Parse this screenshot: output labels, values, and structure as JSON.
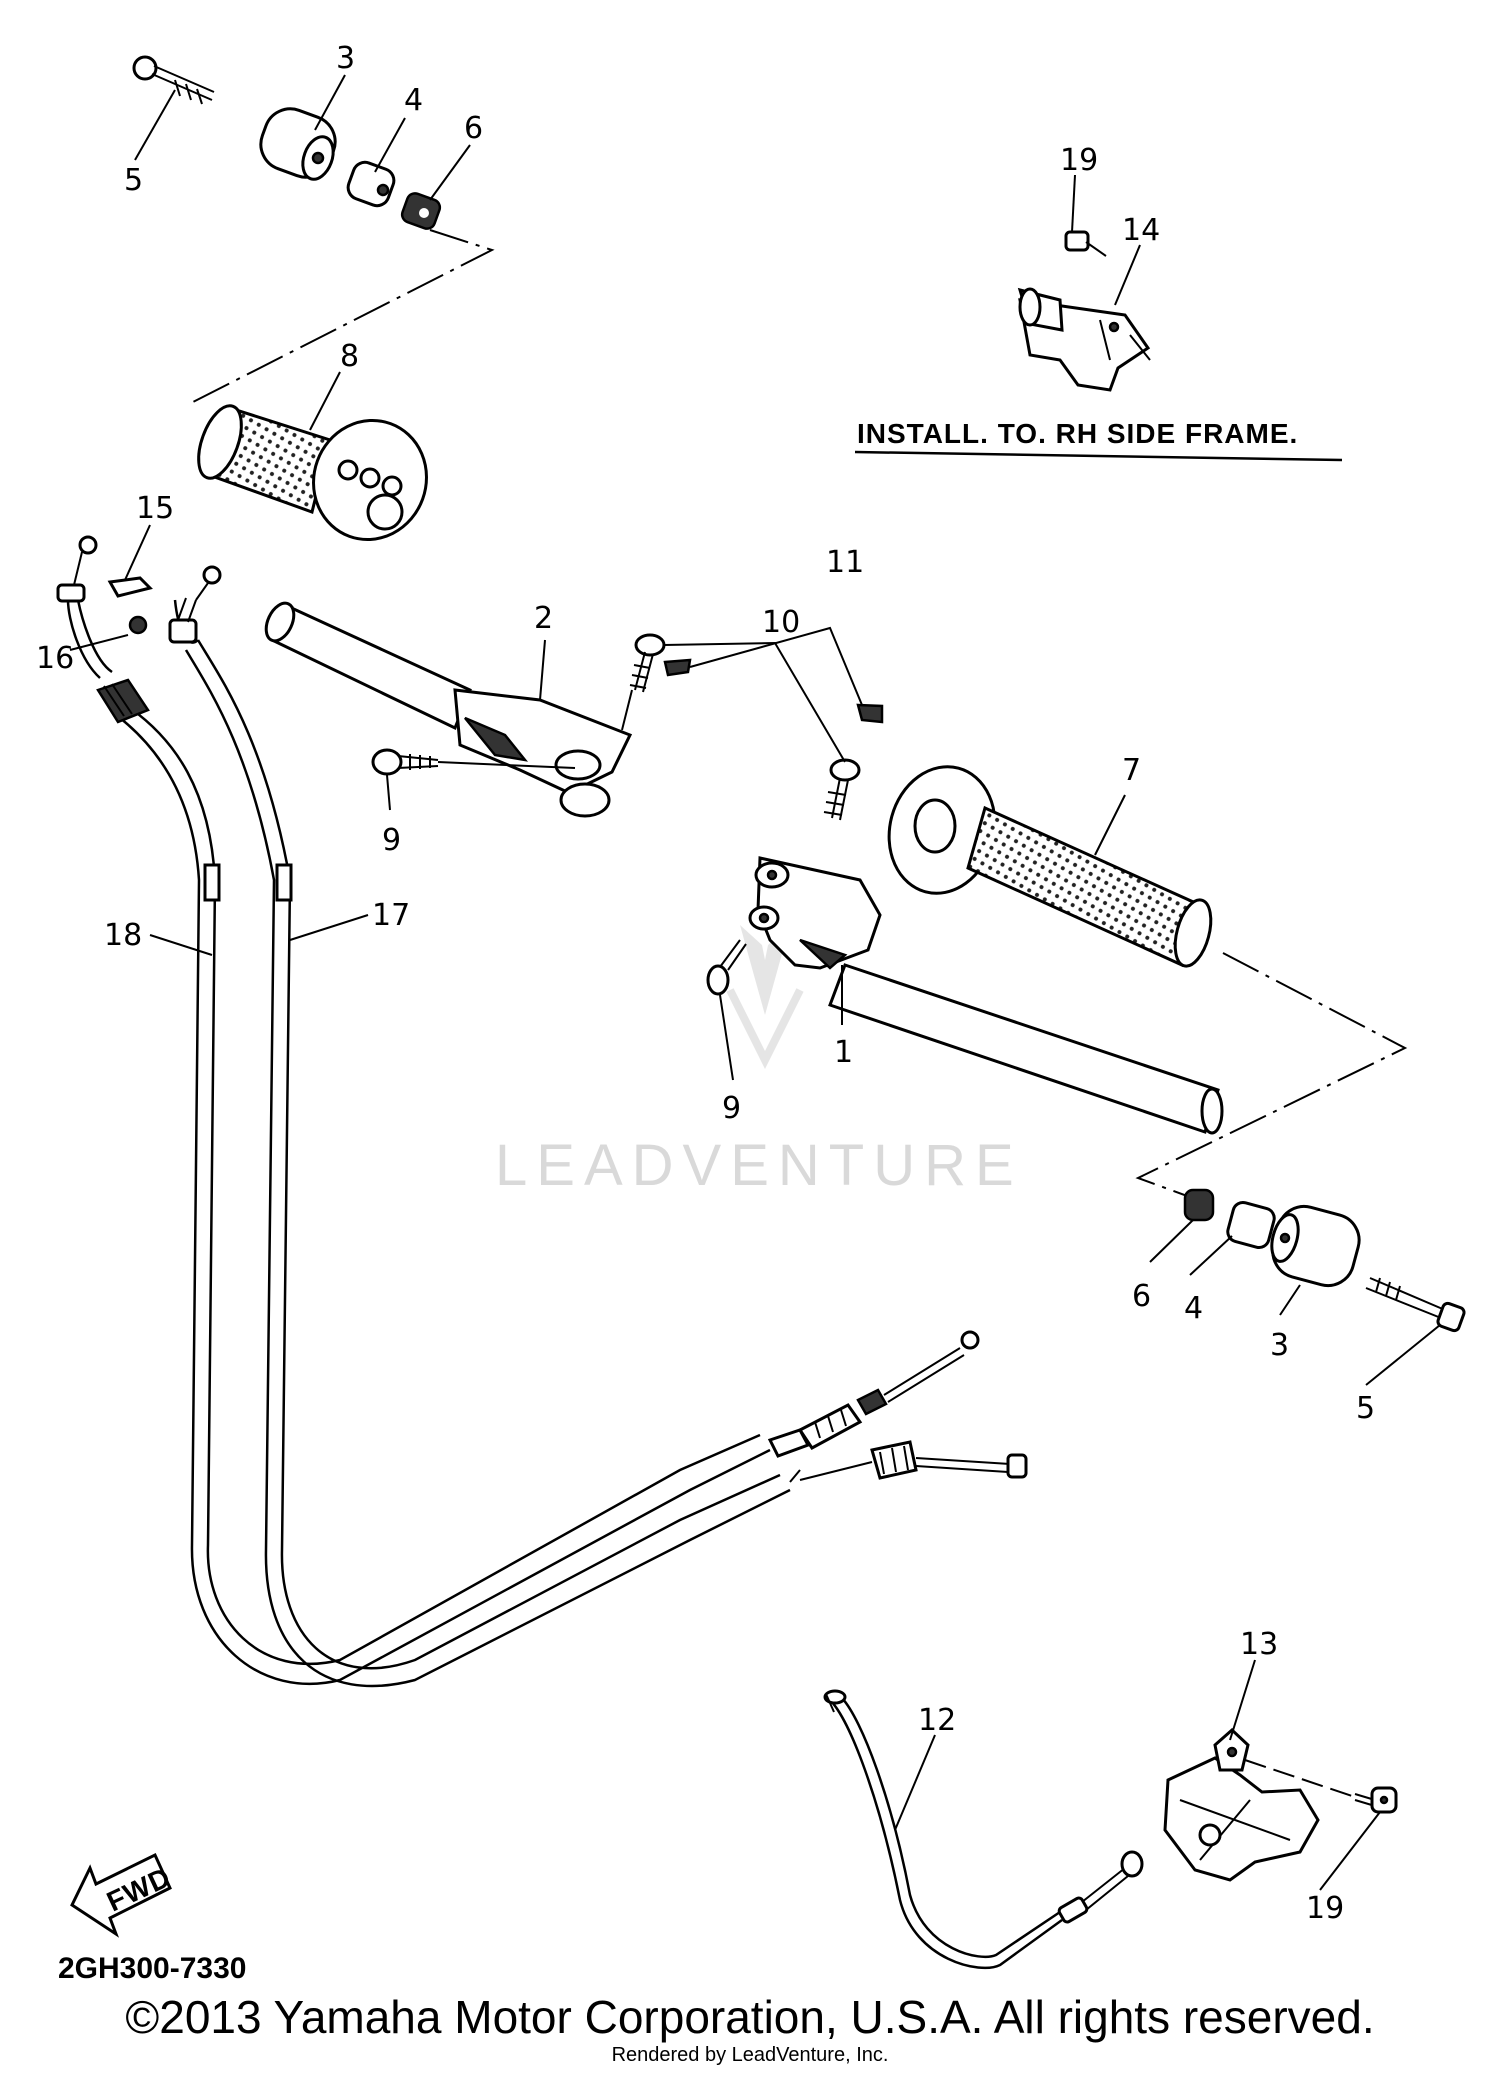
{
  "diagram": {
    "callouts": [
      {
        "id": "c3a",
        "text": "3"
      },
      {
        "id": "c4a",
        "text": "4"
      },
      {
        "id": "c6a",
        "text": "6"
      },
      {
        "id": "c5a",
        "text": "5"
      },
      {
        "id": "c8",
        "text": "8"
      },
      {
        "id": "c15",
        "text": "15"
      },
      {
        "id": "c16",
        "text": "16"
      },
      {
        "id": "c2",
        "text": "2"
      },
      {
        "id": "c11",
        "text": "11"
      },
      {
        "id": "c10",
        "text": "10"
      },
      {
        "id": "c9a",
        "text": "9"
      },
      {
        "id": "c7",
        "text": "7"
      },
      {
        "id": "c18",
        "text": "18"
      },
      {
        "id": "c17",
        "text": "17"
      },
      {
        "id": "c1",
        "text": "1"
      },
      {
        "id": "c9b",
        "text": "9"
      },
      {
        "id": "c6b",
        "text": "6"
      },
      {
        "id": "c4b",
        "text": "4"
      },
      {
        "id": "c3b",
        "text": "3"
      },
      {
        "id": "c5b",
        "text": "5"
      },
      {
        "id": "c19a",
        "text": "19"
      },
      {
        "id": "c14",
        "text": "14"
      },
      {
        "id": "c13",
        "text": "13"
      },
      {
        "id": "c12",
        "text": "12"
      },
      {
        "id": "c19b",
        "text": "19"
      }
    ],
    "install_note": "INSTALL. TO. RH SIDE FRAME.",
    "fwd_label": "FWD",
    "diagram_code": "2GH300-7330",
    "watermark": "LEADVENTURE"
  },
  "footer": {
    "copyright": "©2013 Yamaha Motor Corporation, U.S.A. All rights reserved.",
    "rendered_by": "Rendered by LeadVenture, Inc."
  }
}
